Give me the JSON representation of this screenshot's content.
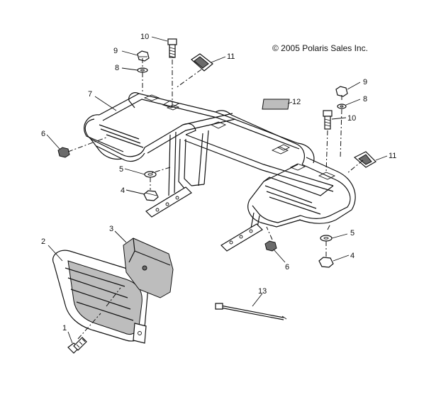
{
  "copyright": "© 2005 Polaris Sales Inc.",
  "callouts": [
    {
      "id": "c1",
      "text": "1"
    },
    {
      "id": "c2",
      "text": "2"
    },
    {
      "id": "c3",
      "text": "3"
    },
    {
      "id": "c4a",
      "text": "4"
    },
    {
      "id": "c4b",
      "text": "4"
    },
    {
      "id": "c5a",
      "text": "5"
    },
    {
      "id": "c5b",
      "text": "5"
    },
    {
      "id": "c6a",
      "text": "6"
    },
    {
      "id": "c6b",
      "text": "6"
    },
    {
      "id": "c7",
      "text": "7"
    },
    {
      "id": "c8a",
      "text": "8"
    },
    {
      "id": "c8b",
      "text": "8"
    },
    {
      "id": "c9a",
      "text": "9"
    },
    {
      "id": "c9b",
      "text": "9"
    },
    {
      "id": "c10a",
      "text": "10"
    },
    {
      "id": "c10b",
      "text": "10"
    },
    {
      "id": "c11a",
      "text": "11"
    },
    {
      "id": "c11b",
      "text": "11"
    },
    {
      "id": "c12",
      "text": "12"
    },
    {
      "id": "c13",
      "text": "13"
    }
  ]
}
